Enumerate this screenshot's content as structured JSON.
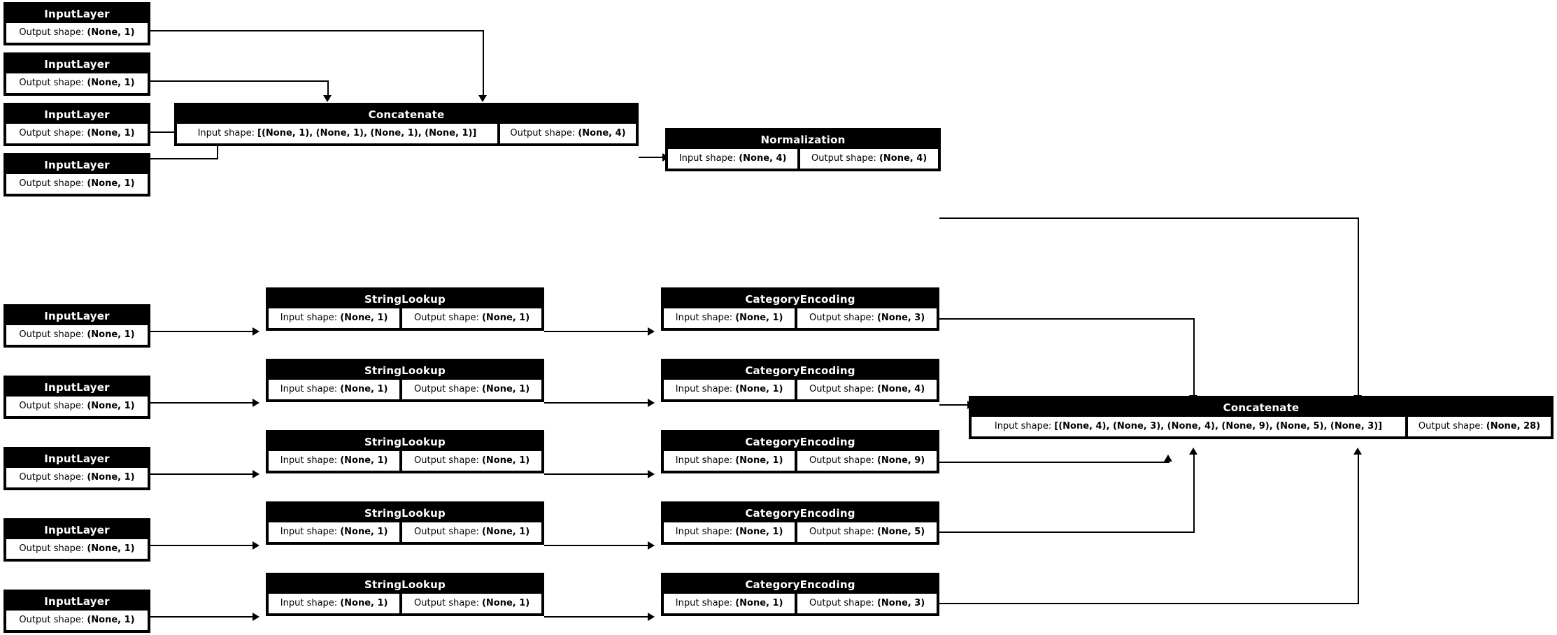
{
  "diagram": {
    "kind": "keras-model-plot",
    "background": "#ffffff",
    "node_fill": "#000000",
    "node_text": "#ffffff",
    "cell_fill": "#ffffff",
    "cell_text": "#000000",
    "labels": {
      "input_shape": "Input shape:",
      "output_shape": "Output shape:"
    }
  },
  "nodes": {
    "numeric_inputs": [
      {
        "title": "InputLayer",
        "output": "(None, 1)"
      },
      {
        "title": "InputLayer",
        "output": "(None, 1)"
      },
      {
        "title": "InputLayer",
        "output": "(None, 1)"
      },
      {
        "title": "InputLayer",
        "output": "(None, 1)"
      }
    ],
    "concat_numeric": {
      "title": "Concatenate",
      "input": "[(None, 1), (None, 1), (None, 1), (None, 1)]",
      "output": "(None, 4)"
    },
    "normalization": {
      "title": "Normalization",
      "input": "(None, 4)",
      "output": "(None, 4)"
    },
    "categorical_rows": [
      {
        "input_layer": {
          "title": "InputLayer",
          "output": "(None, 1)"
        },
        "string_lookup": {
          "title": "StringLookup",
          "input": "(None, 1)",
          "output": "(None, 1)"
        },
        "category_encoding": {
          "title": "CategoryEncoding",
          "input": "(None, 1)",
          "output": "(None, 3)"
        }
      },
      {
        "input_layer": {
          "title": "InputLayer",
          "output": "(None, 1)"
        },
        "string_lookup": {
          "title": "StringLookup",
          "input": "(None, 1)",
          "output": "(None, 1)"
        },
        "category_encoding": {
          "title": "CategoryEncoding",
          "input": "(None, 1)",
          "output": "(None, 4)"
        }
      },
      {
        "input_layer": {
          "title": "InputLayer",
          "output": "(None, 1)"
        },
        "string_lookup": {
          "title": "StringLookup",
          "input": "(None, 1)",
          "output": "(None, 1)"
        },
        "category_encoding": {
          "title": "CategoryEncoding",
          "input": "(None, 1)",
          "output": "(None, 9)"
        }
      },
      {
        "input_layer": {
          "title": "InputLayer",
          "output": "(None, 1)"
        },
        "string_lookup": {
          "title": "StringLookup",
          "input": "(None, 1)",
          "output": "(None, 1)"
        },
        "category_encoding": {
          "title": "CategoryEncoding",
          "input": "(None, 1)",
          "output": "(None, 5)"
        }
      },
      {
        "input_layer": {
          "title": "InputLayer",
          "output": "(None, 1)"
        },
        "string_lookup": {
          "title": "StringLookup",
          "input": "(None, 1)",
          "output": "(None, 1)"
        },
        "category_encoding": {
          "title": "CategoryEncoding",
          "input": "(None, 1)",
          "output": "(None, 3)"
        }
      }
    ],
    "concat_final": {
      "title": "Concatenate",
      "input": "[(None, 4), (None, 3), (None, 4), (None, 9), (None, 5), (None, 3)]",
      "output": "(None, 28)"
    }
  }
}
